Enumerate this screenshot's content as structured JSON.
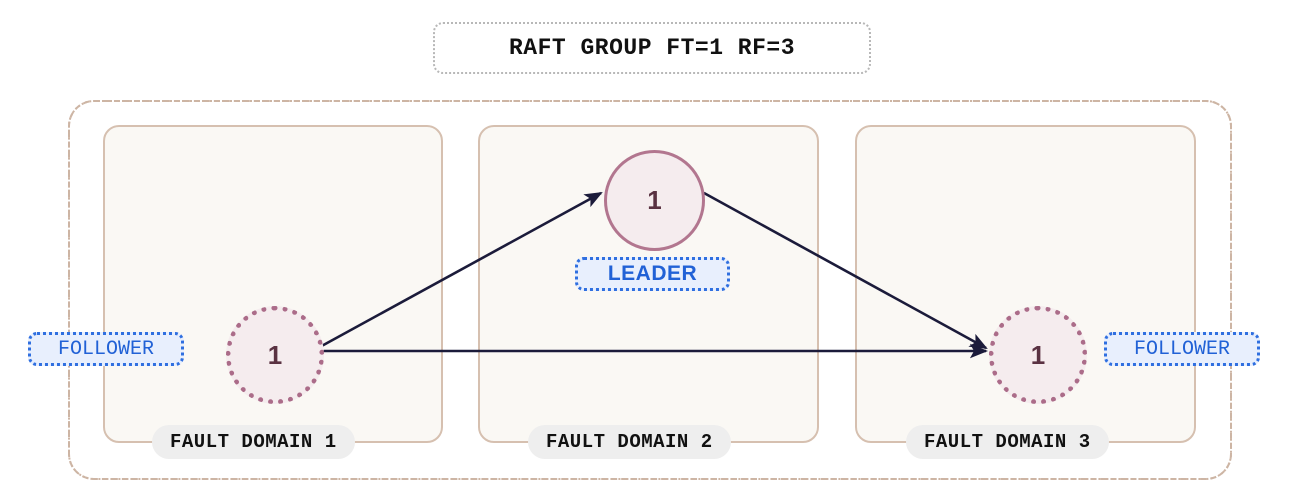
{
  "diagram": {
    "title": "RAFT GROUP FT=1 RF=3",
    "group_border_color": "#cdb5a4",
    "domain_border_color": "#d6c0b0",
    "domain_fill_color": "#faf8f4",
    "node_fill_color": "#f5ecee",
    "leader_border_color": "#b2768f",
    "follower_border_color": "#ab6c89",
    "badge_text_color": "#2161d6",
    "badge_fill_color": "#e8effd",
    "arrow_color": "#1b1b3a",
    "domains": [
      {
        "label": "FAULT DOMAIN 1"
      },
      {
        "label": "FAULT DOMAIN 2"
      },
      {
        "label": "FAULT DOMAIN 3"
      }
    ],
    "nodes": [
      {
        "id": "follower-1",
        "value": "1",
        "role": "FOLLOWER",
        "domain": "FAULT DOMAIN 1"
      },
      {
        "id": "leader",
        "value": "1",
        "role": "LEADER",
        "domain": "FAULT DOMAIN 2"
      },
      {
        "id": "follower-3",
        "value": "1",
        "role": "FOLLOWER",
        "domain": "FAULT DOMAIN 3"
      }
    ],
    "edges": [
      {
        "from": "follower-1",
        "to": "leader",
        "bidirectional": true
      },
      {
        "from": "leader",
        "to": "follower-3",
        "bidirectional": true
      },
      {
        "from": "follower-1",
        "to": "follower-3",
        "bidirectional": true
      }
    ]
  }
}
